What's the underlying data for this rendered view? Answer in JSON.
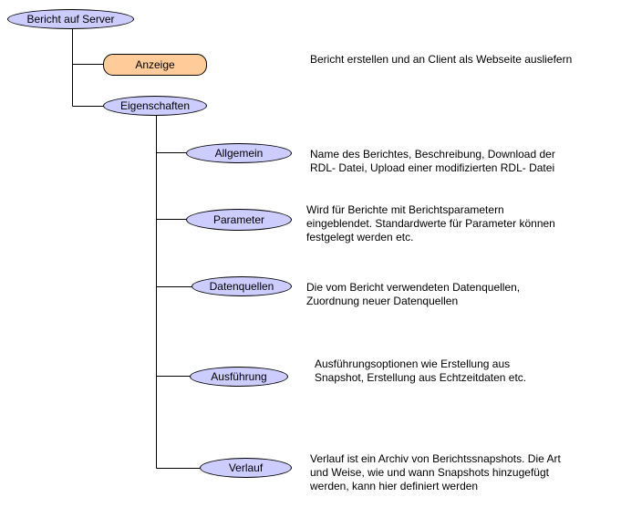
{
  "colors": {
    "node_fill": "#ccccff",
    "highlight_fill": "#ffcc99",
    "line": "#000000",
    "text": "#000000"
  },
  "root": {
    "label": "Bericht auf Server"
  },
  "branches": [
    {
      "label": "Anzeige",
      "description": "Bericht erstellen und an Client als Webseite ausliefern"
    },
    {
      "label": "Eigenschaften"
    }
  ],
  "properties": [
    {
      "label": "Allgemein",
      "description": "Name des Berichtes, Beschreibung, Download der\nRDL- Datei, Upload einer modifizierten RDL- Datei"
    },
    {
      "label": "Parameter",
      "description": "Wird für Berichte mit Berichtsparametern\neingeblendet. Standardwerte für Parameter können\nfestgelegt werden etc."
    },
    {
      "label": "Datenquellen",
      "description": "Die vom Bericht verwendeten Datenquellen,\nZuordnung neuer Datenquellen"
    },
    {
      "label": "Ausführung",
      "description": "Ausführungsoptionen wie Erstellung aus\nSnapshot, Erstellung aus Echtzeitdaten etc."
    },
    {
      "label": "Verlauf",
      "description": "Verlauf ist ein Archiv von Berichtssnapshots. Die Art\nund Weise, wie und wann Snapshots hinzugefügt\nwerden, kann hier definiert werden"
    }
  ]
}
